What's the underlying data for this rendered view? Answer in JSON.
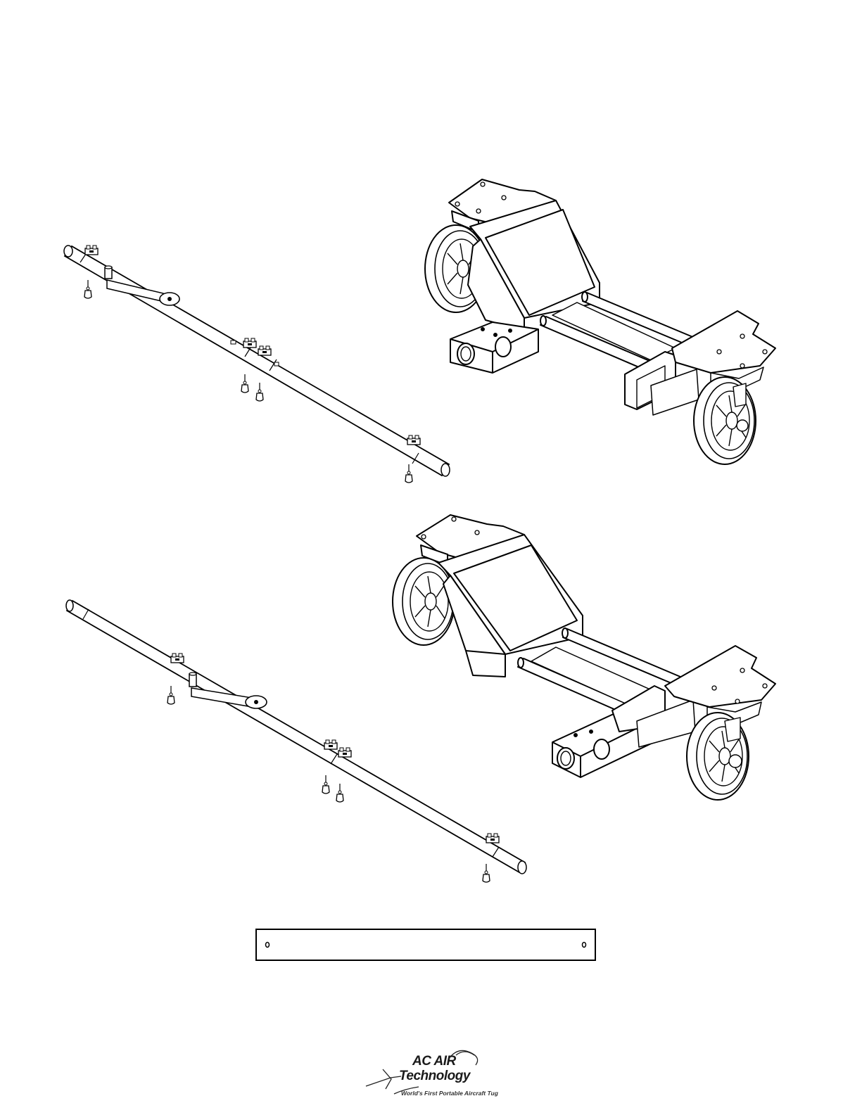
{
  "logo": {
    "line1": "AC AIR",
    "line2": "Technology",
    "tagline": "World's First Portable Aircraft Tug"
  },
  "colors": {
    "ink": "#000000",
    "paper": "#ffffff"
  },
  "parts": [
    "tow-bar-with-crank-upper",
    "wheeled-tug-frame-upper",
    "tow-bar-with-crank-lower",
    "wheeled-tug-frame-lower",
    "flat-bar-with-two-holes"
  ]
}
